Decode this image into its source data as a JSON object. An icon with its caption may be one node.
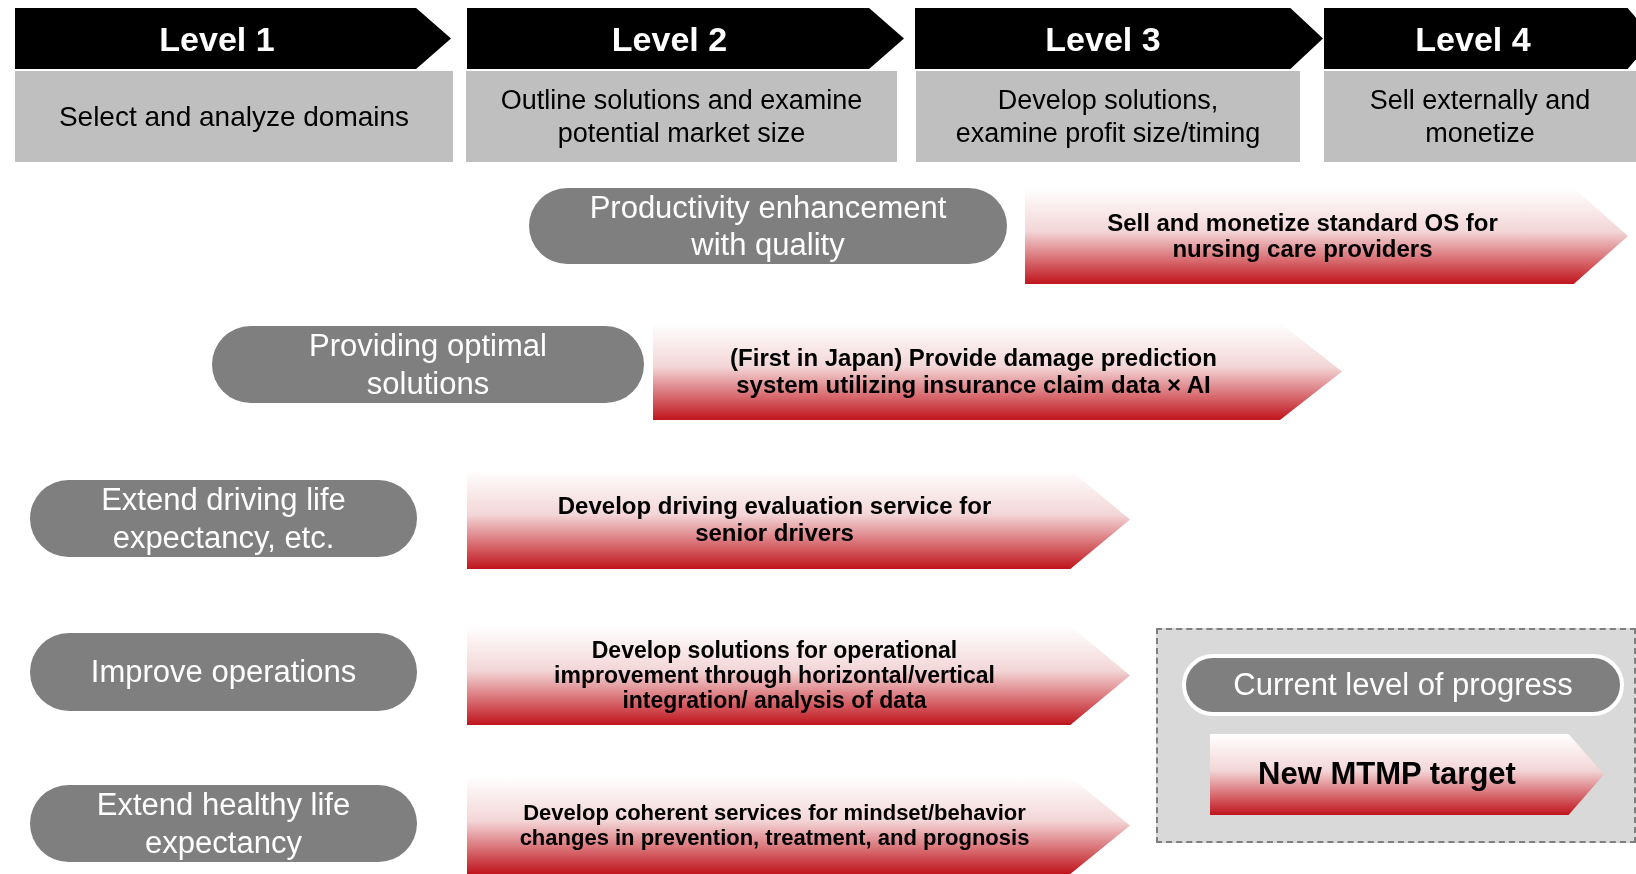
{
  "diagram": {
    "nodes": [
      {
        "text": [
          "Level 1"
        ]
      },
      {
        "text": [
          "Select and analyze domains"
        ]
      },
      {
        "text": [
          "Level 2"
        ]
      },
      {
        "text": [
          "Outline solutions and examine potential market size"
        ]
      },
      {
        "text": [
          "Level 3"
        ]
      },
      {
        "text": [
          "Develop solutions, examine profit size/timing"
        ]
      },
      {
        "text": [
          "Level 4"
        ]
      },
      {
        "text": [
          "Sell externally and monetize"
        ]
      },
      {
        "text": [
          "Productivity enhancement with quality"
        ]
      },
      {
        "text": [
          "Sell and monetize standard OS for nursing care providers"
        ]
      },
      {
        "text": [
          "Providing optimal solutions"
        ]
      },
      {
        "text": [
          "(First in Japan) Provide damage prediction system utilizing insurance claim data × AI"
        ]
      },
      {
        "text": [
          "Extend driving life expectancy, etc."
        ]
      },
      {
        "text": [
          "Develop driving evaluation service for senior drivers"
        ]
      },
      {
        "text": [
          "Improve operations"
        ]
      },
      {
        "text": [
          "Develop solutions for operational improvement through horizontal/vertical integration/ analysis of data"
        ]
      },
      {
        "text": [
          "Extend healthy life expectancy"
        ]
      },
      {
        "text": [
          "Develop coherent services for mindset/behavior changes in prevention, treatment, and prognosis"
        ]
      }
    ],
    "legend": [
      {
        "text": "Current level of progress"
      },
      {
        "text": "New MTMP target"
      }
    ]
  }
}
